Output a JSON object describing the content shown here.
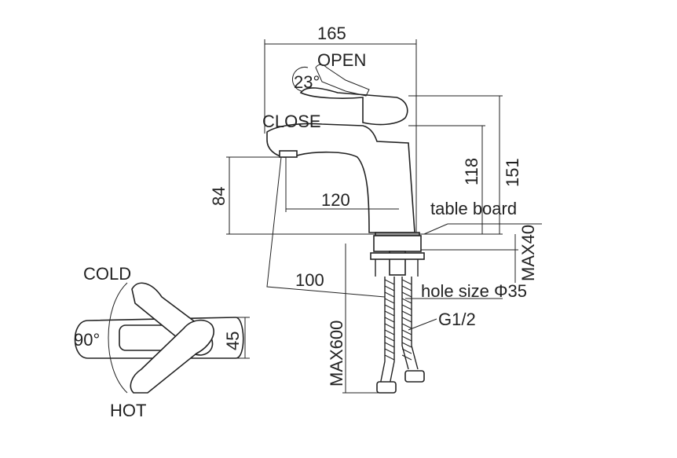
{
  "dimensions": {
    "width_165": "165",
    "height_151": "151",
    "height_118": "118",
    "height_84": "84",
    "reach_120": "120",
    "arc_100": "100",
    "angle_open": "23°",
    "handle_width_45": "45",
    "rotation_90": "90°",
    "max_board": "MAX40",
    "max_hose": "MAX600"
  },
  "labels": {
    "open": "OPEN",
    "close": "CLOSE",
    "cold": "COLD",
    "hot": "HOT",
    "table_board": "table board",
    "hole_size": "hole size Φ35",
    "thread": "G1/2"
  },
  "colors": {
    "line": "#222222",
    "background": "#ffffff"
  }
}
